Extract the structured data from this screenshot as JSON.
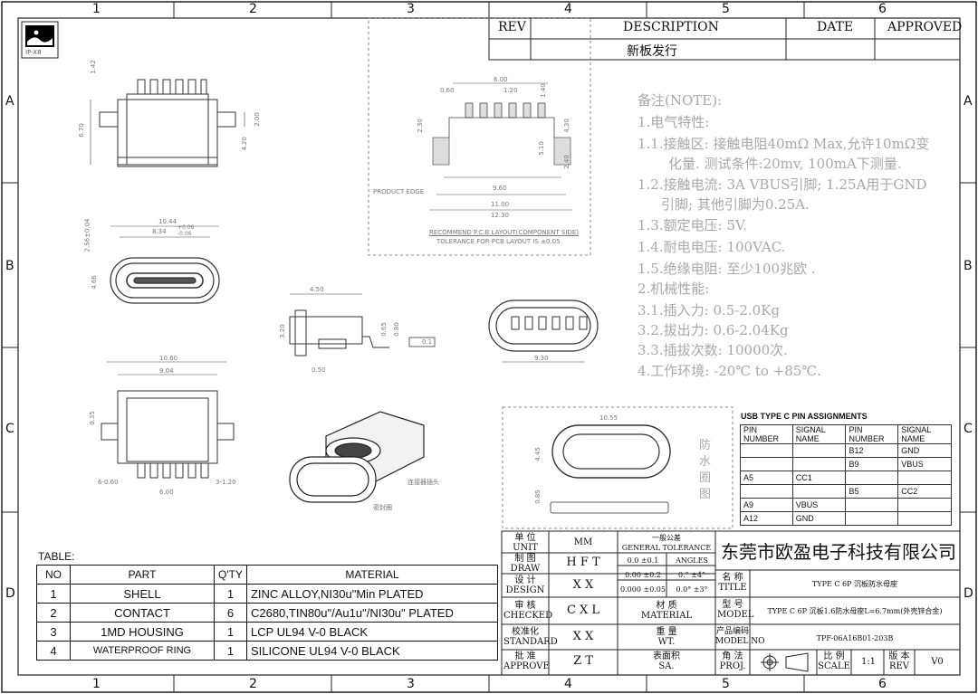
{
  "grid": {
    "columns": [
      "1",
      "2",
      "3",
      "4",
      "5",
      "6"
    ],
    "rows": [
      "A",
      "B",
      "C",
      "D"
    ]
  },
  "logo": {
    "text": "IP-X8"
  },
  "revision_block": {
    "headers": {
      "rev": "REV",
      "description": "DESCRIPTION",
      "date": "DATE",
      "approved": "APPROVED"
    },
    "entry": {
      "rev": "",
      "description": "新板发行",
      "date": "",
      "approved": ""
    }
  },
  "notes": {
    "title": "备注(NOTE):",
    "lines": [
      "1.电气特性:",
      "1.1.接触区: 接触电阻40mΩ Max,允许10mΩ变",
      "化量. 测试条件:20mv, 100mA下测量.",
      "1.2.接触电流: 3A VBUS引脚; 1.25A用于GND",
      "引脚; 其他引脚为0.25A.",
      "1.3.额定电压: 5V.",
      "1.4.耐电电压: 100VAC.",
      "1.5.绝缘电阻: 至少100兆欧 .",
      "2.机械性能:",
      "3.1.插入力: 0.5-2.0Kg",
      "3.2.拔出力: 0.6-2.04Kg",
      "3.3.插拔次数: 10000次.",
      "4.工作环境: -20℃ to +85℃."
    ]
  },
  "dimensions": {
    "top_view": [
      "1.42",
      "6.70",
      "2.00",
      "4.20"
    ],
    "pcb_layout": [
      "6.00",
      "0.60",
      "1.20",
      "1.40",
      "2.30",
      "4.30",
      "5.10",
      "2.40",
      "9.60",
      "11.00",
      "12.30"
    ],
    "pcb_labels": [
      "PRODUCT EDGE",
      "RECOMMEND P.C.B LAYOUT(COMPONENT SIDE)",
      "TOLERANCE FOR PCB LAYOUT IS ±0.05"
    ],
    "front_view": [
      "10.44",
      "8.34",
      "+0.06",
      "-0.06",
      "2.56±0.04",
      "4.66"
    ],
    "side_view": [
      "4.50",
      "3.20",
      "0.65",
      "0.80",
      "0.50",
      "0.1"
    ],
    "front_view_2": [
      "9.30"
    ],
    "bottom_view": [
      "10.60",
      "9.04",
      "0.35",
      "6-0.60",
      "6.00",
      "3-1.20"
    ],
    "iso_labels": [
      "连接器插头",
      "密封圈"
    ],
    "ring_view": [
      "10.55",
      "4.45",
      "0.85"
    ],
    "ring_label": "防水圈图"
  },
  "bom": {
    "caption": "TABLE:",
    "headers": [
      "NO",
      "PART",
      "Q'TY",
      "MATERIAL"
    ],
    "rows": [
      [
        "1",
        "SHELL",
        "1",
        "ZINC ALLOY,NI30u\"Min PLATED"
      ],
      [
        "2",
        "CONTACT",
        "6",
        "C2680,TIN80u\"/Au1u\"/NI30u\" PLATED"
      ],
      [
        "3",
        "1MD HOUSING",
        "1",
        "LCP UL94 V-0 BLACK"
      ],
      [
        "4",
        "WATERPROOF RING",
        "1",
        "SILICONE UL94 V-0 BLACK"
      ]
    ]
  },
  "pin_table": {
    "title": "USB TYPE C PIN ASSIGNMENTS",
    "headers": [
      "PIN NUMBER",
      "SIGNAL NAME",
      "PIN NUMBER",
      "SIGNAL NAME"
    ],
    "rows": [
      [
        "",
        "",
        "B12",
        "GND"
      ],
      [
        "",
        "",
        "B9",
        "VBUS"
      ],
      [
        "A5",
        "CC1",
        "",
        ""
      ],
      [
        "",
        "",
        "B5",
        "CC2"
      ],
      [
        "A9",
        "VBUS",
        "",
        ""
      ],
      [
        "A12",
        "GND",
        "",
        ""
      ]
    ]
  },
  "title_block": {
    "unit_label": "单 位\nUNIT",
    "unit_value": "MM",
    "tolerance_title": "一般公差\nGENERAL TOLERANCE",
    "tol": [
      "0.0  ±0.1",
      "ANGLES",
      "0.00 ±0.2",
      "0.°  ±4°",
      "0.000 ±0.05",
      "0.0° ±3°"
    ],
    "draw_label": "制 图\nDRAW",
    "draw_value": "H F T",
    "design_label": "设 计\nDESIGN",
    "design_value": "X X",
    "checked_label": "审 核\nCHECKED",
    "checked_value": "C X L",
    "standard_label": "校准化\nSTANDARD",
    "standard_value": "X X",
    "approve_label": "批 准\nAPPROVE",
    "approve_value": "Z T",
    "material_label": "材 质\nMATERIAL",
    "weight_label": "重 量\nWT.",
    "surface_label": "表面积\nSA.",
    "company": "东莞市欧盈电子科技有限公司",
    "title_label": "名 称\nTITLE",
    "title_value": "TYPE C 6P 沉板防水母座",
    "model_label": "型 号\nMODEL",
    "model_value": "TYPE C 6P 沉板1.6防水母座L=6.7mm(外壳锌合金)",
    "model_no_label": "产品编码\nMODEL NO",
    "model_no_value": "TPF-06A16B01-203B",
    "proj_label": "角 法\nPROJ.",
    "scale_label": "比 例\nSCALE",
    "scale_value": "1:1",
    "rev_label": "版 本\nREV",
    "rev_value": "V0"
  }
}
